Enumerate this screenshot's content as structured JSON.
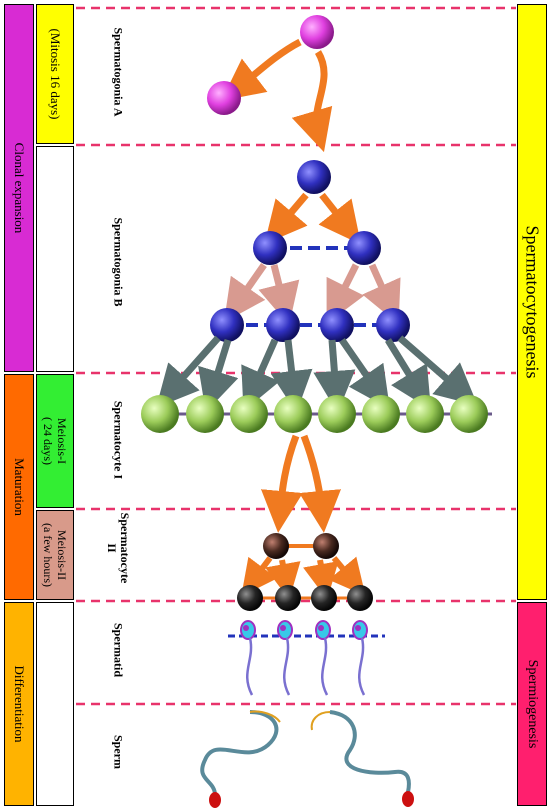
{
  "process_columns": {
    "phase_labels": [
      "Clonal expansion",
      "Maturation",
      "Differentiation"
    ],
    "division_labels": [
      "(Mitosis 16 days)",
      "Meiosis-I\n( 24 days)",
      "Meiosis-II\n(a few hours)"
    ],
    "right_labels": [
      "Spermatocytogenesis",
      "Spermiogenesis"
    ]
  },
  "stages": [
    "Spermatogonia A",
    "Spermatogonia B",
    "Spermatocyte I",
    "Spermatocyte\nII",
    "Spermatid",
    "Sperm"
  ],
  "colors": {
    "clonal": "#d82bd3",
    "mitosis": "#ffff00",
    "maturation": "#ff6a00",
    "meiosis1": "#33ee33",
    "meiosis2": "#d89a8a",
    "differentiation": "#ffb300",
    "spermatocytogenesis": "#ffff00",
    "spermiogenesis": "#ff1f6e",
    "divider": "#e8336b",
    "cell_a": "#e040e0",
    "cell_b": "#3030c0",
    "cell_sc1": "#8fc050",
    "cell_sc2a": "#4a2a20",
    "cell_sc2b": "#202020",
    "arrow_orange": "#f07a20",
    "arrow_pink": "#d89a90",
    "arrow_gray": "#5a7070",
    "dash_blue": "#2233bb"
  }
}
